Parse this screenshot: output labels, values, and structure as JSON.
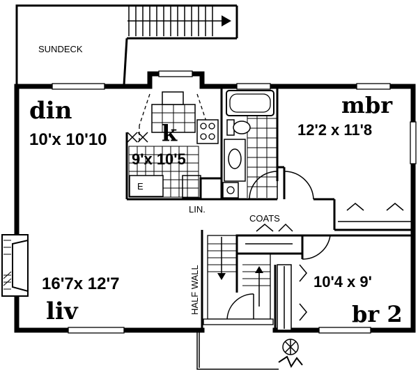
{
  "rooms": {
    "sundeck": {
      "name": "SUNDECK"
    },
    "dining": {
      "name": "din",
      "size": "10'x 10'10"
    },
    "kitchen": {
      "name": "k",
      "size": "9'x 10'5"
    },
    "master_bedroom": {
      "name": "mbr",
      "size": "12'2 x 11'8"
    },
    "living": {
      "name": "liv",
      "size": "16'7x 12'7"
    },
    "bedroom2": {
      "name": "br 2",
      "size": "10'4 x 9'"
    }
  },
  "labels": {
    "linen": "LIN.",
    "coats": "COATS",
    "half_wall": "HALF WALL",
    "range_marker": "E"
  }
}
